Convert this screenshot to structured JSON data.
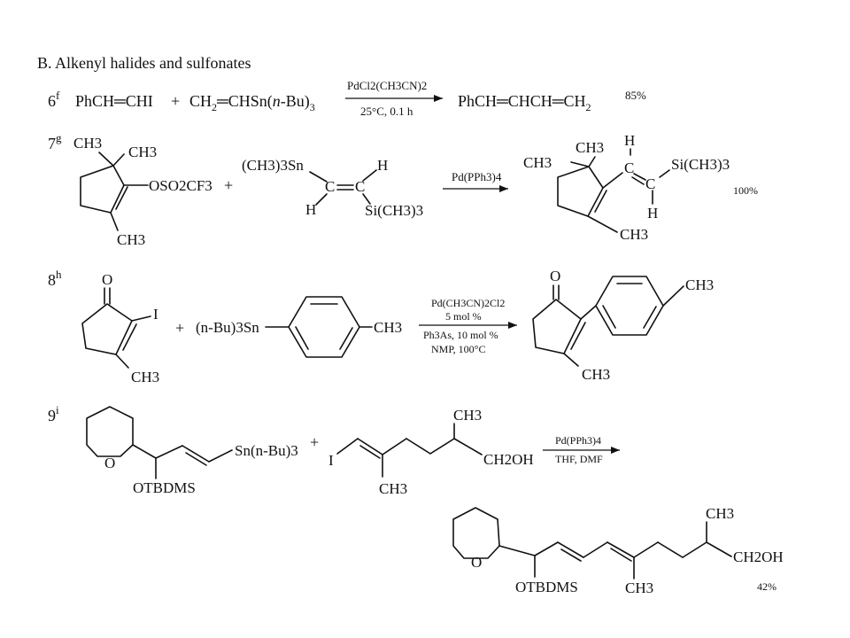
{
  "section_title": "B.  Alkenyl halides and sulfonates",
  "entries": [
    {
      "number": "6",
      "ref": "f",
      "reactant_1": "PhCH═CHI",
      "plus": "+",
      "reactant_2_a": "CH",
      "reactant_2_sub": "2",
      "reactant_2_b": "═CHSn(",
      "reactant_2_italic": "n",
      "reactant_2_c": "-Bu)",
      "reactant_2_sub2": "3",
      "conditions_above": "PdCl2(CH3CN)2",
      "conditions_below": "25°C, 0.1 h",
      "product": "PhCH═CHCH═CH",
      "product_sub": "2",
      "yield": "85%"
    },
    {
      "number": "7",
      "ref": "g",
      "substrate_labels": [
        "CH3",
        "CH3",
        "OSO2CF3",
        "CH3"
      ],
      "plus": "+",
      "reagent_labels": [
        "(CH3)3Sn",
        "H",
        "C",
        "C",
        "H",
        "Si(CH3)3"
      ],
      "conditions_above": "Pd(PPh3)4",
      "product_labels": [
        "CH3",
        "CH3",
        "H",
        "C",
        "Si(CH3)3",
        "C",
        "H",
        "CH3"
      ],
      "yield": "100%"
    },
    {
      "number": "8",
      "ref": "h",
      "substrate_labels": [
        "O",
        "I",
        "CH3"
      ],
      "plus": "+",
      "reagent_prefix": "(n-Bu)3Sn",
      "reagent_suffix": "CH3",
      "conditions": [
        "Pd(CH3CN)2Cl2",
        "5 mol %",
        "Ph3As, 10 mol %",
        "NMP, 100°C"
      ],
      "product_labels": [
        "O",
        "CH3",
        "CH3"
      ]
    },
    {
      "number": "9",
      "ref": "i",
      "substrate_labels": [
        "O",
        "Sn(n-Bu)3",
        "OTBDMS"
      ],
      "plus": "+",
      "reagent_labels": [
        "CH3",
        "I",
        "CH2OH",
        "CH3"
      ],
      "conditions_above": "Pd(PPh3)4",
      "conditions_below": "THF, DMF",
      "product_labels": [
        "CH3",
        "O",
        "CH2OH",
        "OTBDMS",
        "CH3"
      ],
      "yield": "42%"
    }
  ]
}
